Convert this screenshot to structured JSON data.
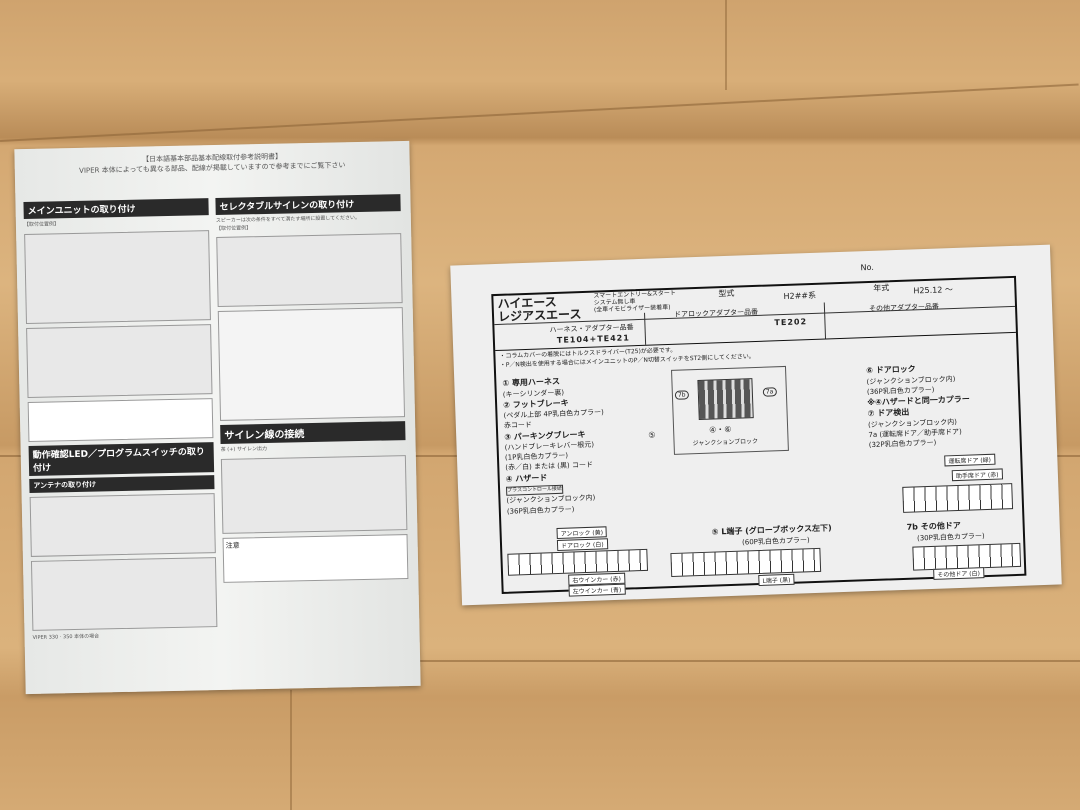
{
  "left_sheet": {
    "header": "【日本語基本部品基本配線取付参考説明書】",
    "subheader": "VIPER 本体によっても異なる部品、配線が掲載していますので参考までにご覧下さい",
    "sections": [
      {
        "title": "メインユニットの取り付け",
        "sub": "【取付位置例】"
      },
      {
        "title": "セレクタブルサイレンの取り付け",
        "sub": "【取付位置例】",
        "text": "スピーカーは次の条件をすべて満たす場所に設置してください。"
      },
      {
        "title": "動作確認LED／プログラムスイッチの取り付け",
        "sub": "アンテナの取り付け"
      },
      {
        "title": "サイレン線の接続",
        "sub": "茶 (+) サイレン出力"
      }
    ],
    "caution": "注意",
    "footer": "VIPER 330 · 350 本体の場合"
  },
  "right_sheet": {
    "no_label": "No.",
    "vehicle": [
      "ハイエース",
      "レジアスエース"
    ],
    "system": [
      "スマートエントリー&スタート",
      "システム無し車",
      "(全車イモビライザー装着車)"
    ],
    "model_label": "型式",
    "model": "H2##系",
    "year_label": "年式",
    "year": "H25.12 ～",
    "harness_label": "ハーネス・アダプター品番",
    "harness": "TE104+TE421",
    "door_label": "ドアロックアダプター品番",
    "door": "TE202",
    "other_label": "その他アダプター品番",
    "notes": [
      "・コラムカバーの着脱にはトルクスドライバー(T25)が必要です。",
      "・P／N検出を使用する場合にはメインユニットのP／N切替スイッチをST2側にしてください。"
    ],
    "items": [
      {
        "no": "①",
        "title": "専用ハーネス",
        "lines": [
          "(キーシリンダー裏)"
        ]
      },
      {
        "no": "②",
        "title": "フットブレーキ",
        "lines": [
          "(ペダル上部 4P乳白色カプラー)",
          "赤コード"
        ]
      },
      {
        "no": "③",
        "title": "パーキングブレーキ",
        "lines": [
          "(ハンドブレーキレバー根元)",
          "(1P乳白色カプラー)",
          "(赤／白) または (黒) コード"
        ]
      },
      {
        "no": "④",
        "title": "ハザード",
        "lines": [
          "プラスコントロール接続",
          "(ジャンクションブロック内)",
          "(36P乳白色カプラー)"
        ]
      },
      {
        "no": "⑤",
        "title": "L端子 (グローブボックス左下)",
        "lines": [
          "(60P乳白色カプラー)"
        ]
      },
      {
        "no": "⑥",
        "title": "ドアロック",
        "lines": [
          "(ジャンクションブロック内)",
          "(36P乳白色カプラー)",
          "※④ハザードと同一カプラー"
        ]
      },
      {
        "no": "⑦",
        "title": "ドア検出",
        "lines": [
          "(ジャンクションブロック内)",
          "7a (運転席ドア／助手席ドア)",
          "(32P乳白色カプラー)"
        ]
      },
      {
        "no": "7b",
        "title": "その他ドア",
        "lines": [
          "(30P乳白色カプラー)"
        ]
      }
    ],
    "wire_labels": {
      "unlock": "アンロック (黄)",
      "doorlock": "ドアロック (白)",
      "right_winker": "右ウインカー (赤)",
      "left_winker": "左ウインカー (青)",
      "l_terminal": "L端子 (黒)",
      "driver_door": "運転席ドア (緑)",
      "passenger_door": "助手席ドア (赤)",
      "other_door": "その他ドア (白)"
    },
    "diagram_labels": {
      "junction": "ジャンクションブロック",
      "j46": "④・⑥",
      "c5": "⑤",
      "c7a": "7a",
      "c7b": "7b"
    }
  },
  "colors": {
    "paper": "#efefef",
    "wood": "#d4a872",
    "ink": "#222222"
  }
}
